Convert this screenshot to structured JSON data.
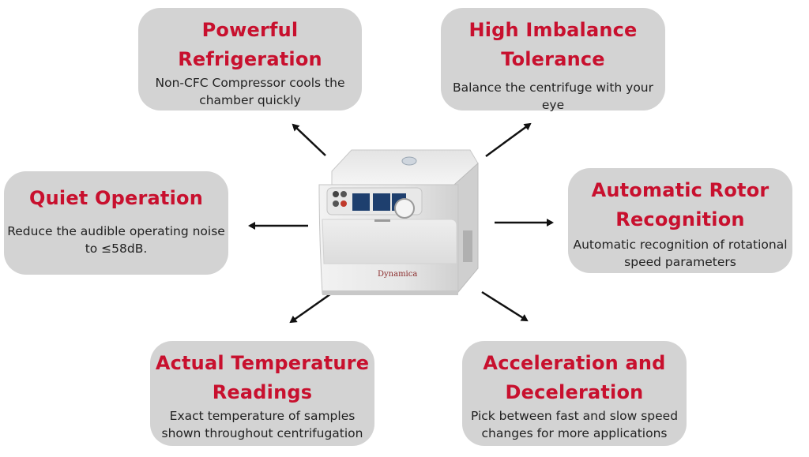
{
  "features": [
    {
      "title": "Powerful Refrigeration",
      "desc": "Non-CFC Compressor cools the chamber quickly"
    },
    {
      "title": "High Imbalance Tolerance",
      "desc": "Balance the centrifuge with your eye"
    },
    {
      "title": "Quiet Operation",
      "desc": "Reduce the audible operating noise to ≤58dB."
    },
    {
      "title": "Automatic Rotor Recognition",
      "desc": "Automatic recognition of rotational speed parameters"
    },
    {
      "title": "Actual Temperature Readings",
      "desc": "Exact temperature of samples shown throughout centrifugation"
    },
    {
      "title": "Acceleration and Deceleration",
      "desc": "Pick between fast and slow speed changes for more applications"
    }
  ],
  "device": {
    "brand": "Dynamica"
  },
  "colors": {
    "title": "#c8102e",
    "card": "#d3d3d3",
    "arrow": "#111111"
  }
}
